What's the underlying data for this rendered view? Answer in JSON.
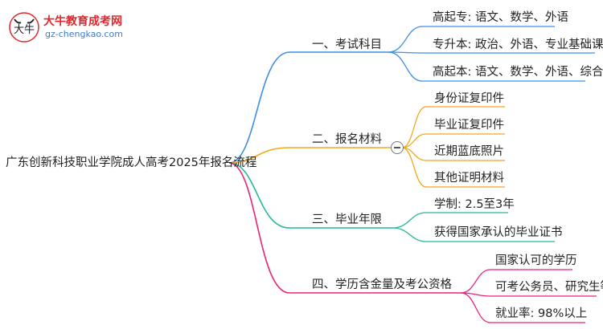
{
  "logo": {
    "brand_text": "大牛教育成考网",
    "domain_text": "gz-chengkao.com",
    "badge_icon": "bull-head-logo-icon"
  },
  "mindmap": {
    "root": "广东创新科技职业学院成人高考2025年报名流程",
    "branches": [
      {
        "label": "一、考试科目",
        "color": "#3d8ee8",
        "leaves": [
          "高起专: 语文、数学、外语",
          "专升本: 政治、外语、专业基础课",
          "高起本: 语文、数学、外语、综合"
        ]
      },
      {
        "label": "二、报名材料",
        "color": "#f0a81c",
        "leaves": [
          "身份证复印件",
          "毕业证复印件",
          "近期蓝底照片",
          "其他证明材料"
        ]
      },
      {
        "label": "三、毕业年限",
        "color": "#23b89a",
        "leaves": [
          "学制: 2.5至3年",
          "获得国家承认的毕业证书"
        ]
      },
      {
        "label": "四、学历含金量及考公资格",
        "color": "#e8237a",
        "leaves": [
          "国家认可的学历",
          "可考公务员、研究生等",
          "就业率: 98%以上"
        ]
      }
    ]
  }
}
